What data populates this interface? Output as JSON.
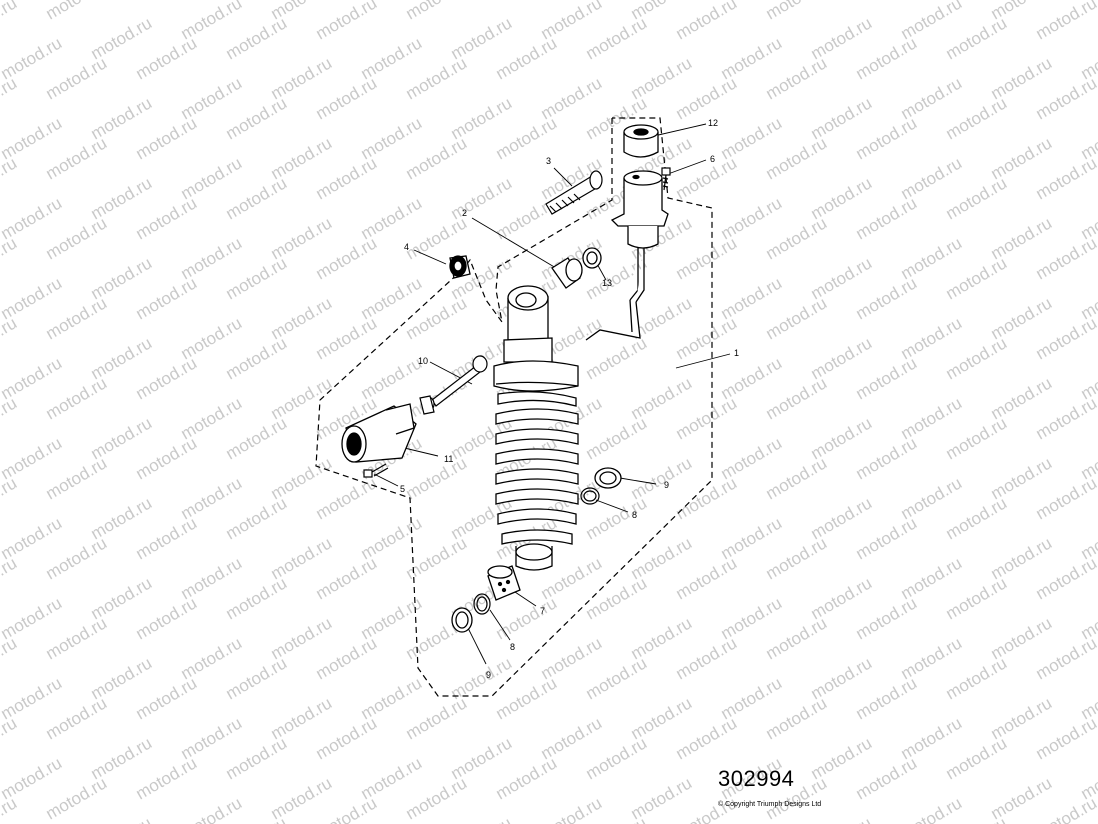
{
  "diagram": {
    "watermark_text": "motod.ru",
    "part_number": "302994",
    "copyright": "© Copyright Triumph Designs Ltd",
    "callouts": [
      "1",
      "2",
      "3",
      "4",
      "5",
      "6",
      "7",
      "8",
      "8",
      "9",
      "9",
      "10",
      "11",
      "12",
      "13"
    ]
  }
}
